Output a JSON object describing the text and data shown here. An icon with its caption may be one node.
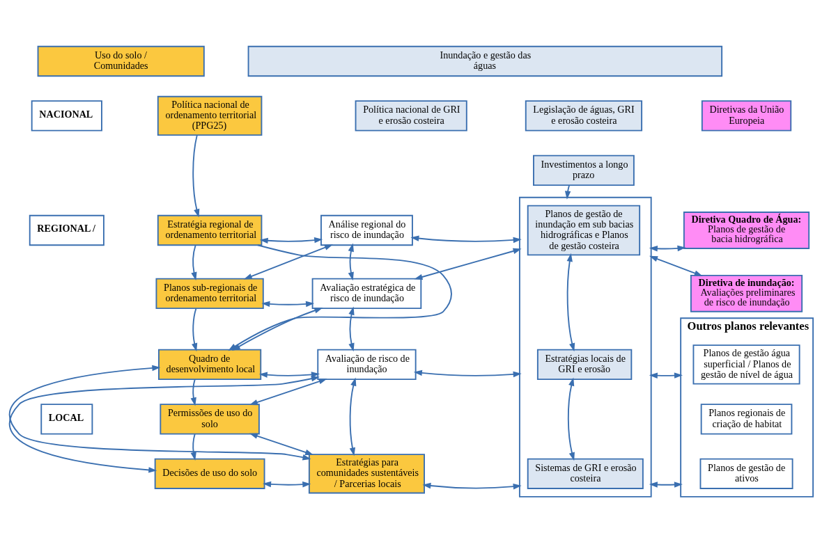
{
  "diagram": {
    "nodes": [
      {
        "text": [
          "Uso do solo / Comunidades"
        ]
      },
      {
        "text": [
          "Inundação e gestão das águas"
        ]
      },
      {
        "text": [
          "Política nacional de ordenamento territorial (PPG25)"
        ]
      },
      {
        "text": [
          "Política nacional de GRI e erosão costeira"
        ]
      },
      {
        "text": [
          "Legislação de águas, GRI e erosão costeira"
        ]
      },
      {
        "text": [
          "Investimentos a longo prazo"
        ]
      },
      {
        "text": [
          "Diretivas da União Europeia"
        ]
      },
      {
        "text": [
          "Estratégia regional de ordenamento territorial"
        ]
      },
      {
        "text": [
          "Planos sub-regionais de ordenamento territorial"
        ]
      },
      {
        "text": [
          "Quadro de desenvolvimento local"
        ]
      },
      {
        "text": [
          "Permissões de uso do solo"
        ]
      },
      {
        "text": [
          "Decisões de uso do solo"
        ]
      },
      {
        "text": [
          "Análise regional do risco de inundação"
        ]
      },
      {
        "text": [
          "Avaliação estratégica de risco de inundação"
        ]
      },
      {
        "text": [
          "Avaliação de risco de inundação"
        ]
      },
      {
        "text": [
          "Estratégias para comunidades sustentáveis / Parcerias locais"
        ]
      },
      {
        "text": [],
        "shape": "box"
      },
      {
        "text": [
          "Planos de gestão de inundação em sub bacias hidrográficas e Planos de gestão costeira"
        ],
        "in": 16
      },
      {
        "text": [
          "Estratégias locais de GRI e erosão"
        ],
        "in": 16
      },
      {
        "text": [
          "Sistemas de GRI e erosão costeira"
        ],
        "in": 16
      },
      {
        "text": [
          "Diretiva Quadro de Água:",
          "Planos de gestão de bacia hidrográfica"
        ]
      },
      {
        "text": [
          "Diretiva de inundação:",
          "Avaliações preliminares de risco de inundação"
        ]
      },
      {
        "text": [
          "Outros planos relevantes"
        ]
      },
      {
        "text": [
          "Planos de gestão água superficial / Planos de gestão de nível de água"
        ],
        "in": 22
      },
      {
        "text": [
          "Planos regionais de criação de habitat"
        ],
        "in": 22
      },
      {
        "text": [
          "Planos de gestão de ativos"
        ],
        "in": 22
      },
      {
        "text": [
          "NACIONAL"
        ]
      },
      {
        "text": [
          "REGIONAL /"
        ]
      },
      {
        "text": [
          "LOCAL"
        ]
      }
    ],
    "edges": [
      {
        "from": 2,
        "to": 7,
        "arrow": "to"
      },
      {
        "from": 5,
        "to": 16,
        "arrow": "to"
      },
      {
        "from": 7,
        "to": 8,
        "arrow": "to"
      },
      {
        "from": 8,
        "to": 9,
        "arrow": "to"
      },
      {
        "from": 9,
        "to": 10,
        "arrow": "to"
      },
      {
        "from": 10,
        "to": 11,
        "arrow": "to"
      },
      {
        "from": 7,
        "to": 9,
        "arrow": "to"
      },
      {
        "from": 7,
        "to": 12,
        "arrow": "both"
      },
      {
        "from": 8,
        "to": 12,
        "arrow": "both"
      },
      {
        "from": 8,
        "to": 13,
        "arrow": "both"
      },
      {
        "from": 9,
        "to": 13,
        "arrow": "both"
      },
      {
        "from": 9,
        "to": 14,
        "arrow": "both"
      },
      {
        "from": 9,
        "to": 15,
        "arrow": "both"
      },
      {
        "from": 10,
        "to": 14,
        "arrow": "both"
      },
      {
        "from": 10,
        "to": 15,
        "arrow": "both"
      },
      {
        "from": 11,
        "to": 14,
        "arrow": "both"
      },
      {
        "from": 11,
        "to": 15,
        "arrow": "both"
      },
      {
        "from": 12,
        "to": 13,
        "arrow": "both"
      },
      {
        "from": 13,
        "to": 14,
        "arrow": "both"
      },
      {
        "from": 14,
        "to": 15,
        "arrow": "both"
      },
      {
        "from": 12,
        "to": 16,
        "arrow": "both"
      },
      {
        "from": 13,
        "to": 16,
        "arrow": "both"
      },
      {
        "from": 14,
        "to": 16,
        "arrow": "both"
      },
      {
        "from": 15,
        "to": 16,
        "arrow": "both"
      },
      {
        "from": 17,
        "to": 18,
        "arrow": "both"
      },
      {
        "from": 18,
        "to": 19,
        "arrow": "both"
      },
      {
        "from": 16,
        "to": 20,
        "arrow": "both"
      },
      {
        "from": 16,
        "to": 21,
        "arrow": "both"
      },
      {
        "from": 16,
        "to": 22,
        "arrow": "both"
      },
      {
        "from": 16,
        "to": 22,
        "arrow": "both"
      }
    ]
  }
}
